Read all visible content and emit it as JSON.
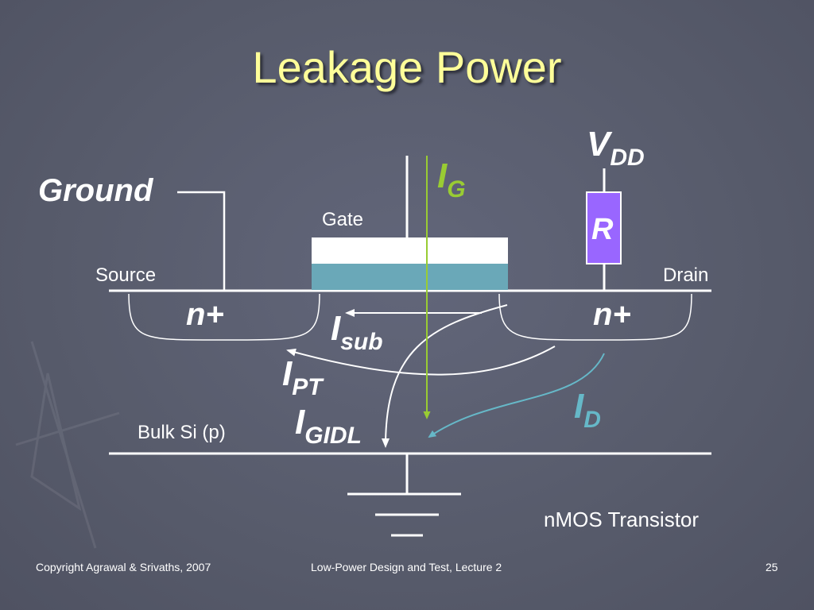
{
  "title": "Leakage Power",
  "diagram": {
    "ground_label": "Ground",
    "gate_label": "Gate",
    "source_label": "Source",
    "drain_label": "Drain",
    "source_region": "n+",
    "drain_region": "n+",
    "bulk_label": "Bulk Si (p)",
    "resistor_label": "R",
    "vdd": {
      "main": "V",
      "sub": "DD"
    },
    "currents": {
      "ig": {
        "main": "I",
        "sub": "G"
      },
      "isub": {
        "main": "I",
        "sub": "sub"
      },
      "ipt": {
        "main": "I",
        "sub": "PT"
      },
      "igidl": {
        "main": "I",
        "sub": "GIDL"
      },
      "id": {
        "main": "I",
        "sub": "D"
      }
    },
    "caption": "nMOS Transistor"
  },
  "footer": {
    "copyright": "Copyright Agrawal & Srivaths, 2007",
    "course": "Low-Power Design and Test, Lecture 2",
    "page": "25"
  },
  "colors": {
    "background": "#5a5e6d",
    "title": "#ffff99",
    "gate_top": "#ffffff",
    "gate_oxide": "#6aa8b8",
    "resistor": "#9966ff",
    "ig": "#99cc33",
    "id": "#66b8c8"
  }
}
